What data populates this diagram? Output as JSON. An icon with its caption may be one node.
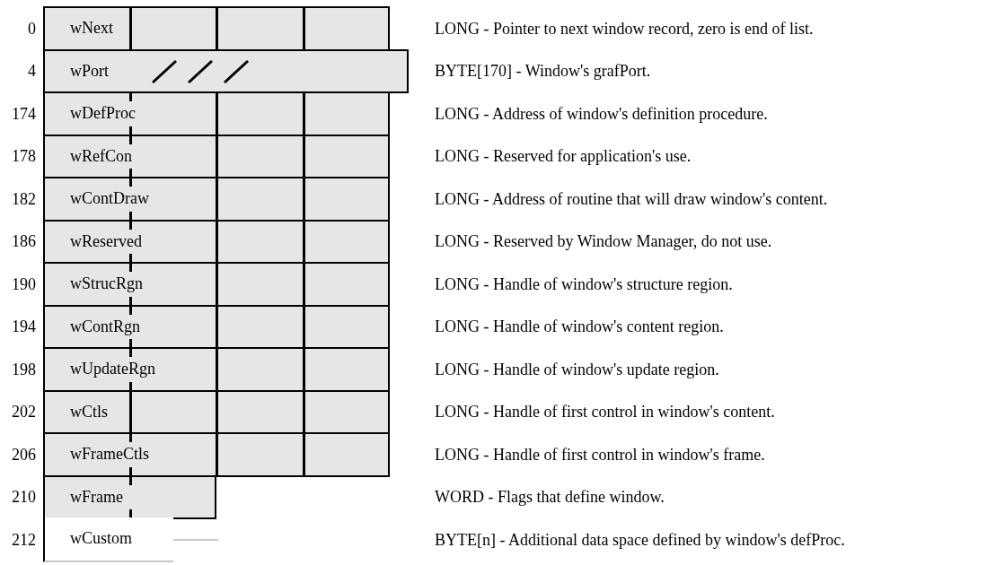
{
  "diagram": {
    "nodes": [
      {
        "text": [
          "wNext"
        ],
        "beside": [
          "0"
        ]
      },
      {
        "text": [
          "wPort"
        ],
        "beside": [
          "4"
        ]
      },
      {
        "text": [
          "wDefProc"
        ],
        "beside": [
          "174"
        ]
      },
      {
        "text": [
          "wRefCon"
        ],
        "beside": [
          "178"
        ]
      },
      {
        "text": [
          "wContDraw"
        ],
        "beside": [
          "182"
        ]
      },
      {
        "text": [
          "wReserved"
        ],
        "beside": [
          "186"
        ]
      },
      {
        "text": [
          "wStrucRgn"
        ],
        "beside": [
          "190"
        ]
      },
      {
        "text": [
          "wContRgn"
        ],
        "beside": [
          "194"
        ]
      },
      {
        "text": [
          "wUpdateRgn"
        ],
        "beside": [
          "198"
        ]
      },
      {
        "text": [
          "wCtls"
        ],
        "beside": [
          "202"
        ]
      },
      {
        "text": [
          "wFrameCtls"
        ],
        "beside": [
          "206"
        ]
      },
      {
        "text": [
          "wFrame"
        ],
        "beside": [
          "210"
        ]
      },
      {
        "text": [
          "wCustom"
        ],
        "beside": [
          "212"
        ]
      }
    ],
    "labels": [
      "LONG - Pointer to next window record, zero is end of list.",
      "BYTE[170] - Window's grafPort.",
      "LONG - Address of window's definition procedure.",
      "LONG - Reserved for application's use.",
      "LONG - Address of routine that will draw window's content.",
      "LONG - Reserved by Window Manager, do not use.",
      "LONG - Handle of window's structure region.",
      "LONG - Handle of window's content region.",
      "LONG - Handle of window's update region.",
      "LONG - Handle of first control in window's content.",
      "LONG - Handle of first control in window's frame.",
      "WORD - Flags that define window.",
      "BYTE[n] - Additional data space defined by window's defProc."
    ]
  }
}
